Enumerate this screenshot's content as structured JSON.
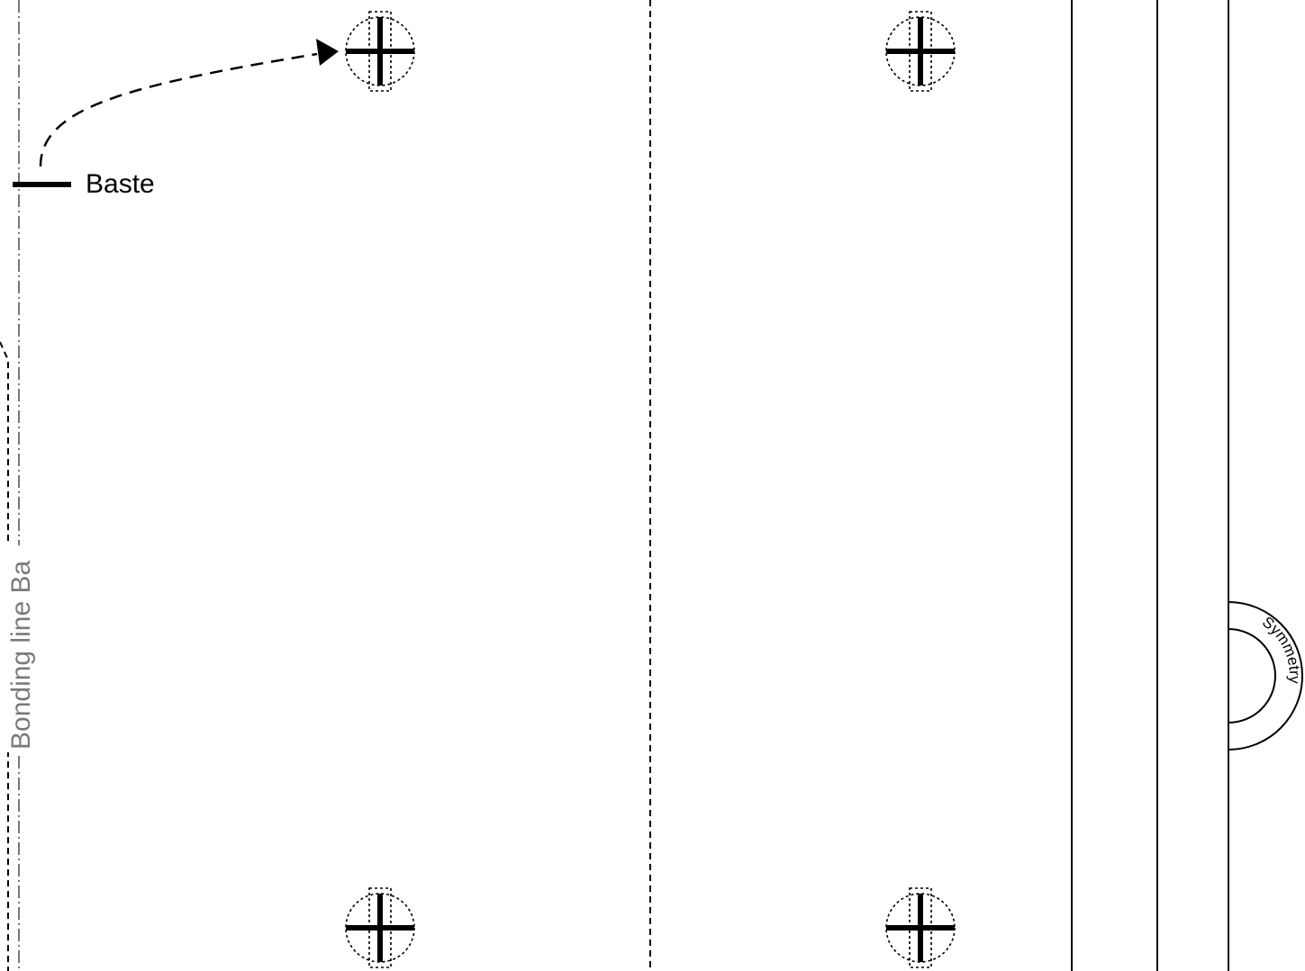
{
  "labels": {
    "baste": "Baste",
    "bonding_line": "Bonding line Ba",
    "symmetry": "Symmetry"
  },
  "icons": {
    "placement_mark": "crosshair-circle-icon",
    "arrow": "dashed-arrow-icon"
  },
  "colors": {
    "line": "#000000",
    "bonding_text": "#7a7a7a",
    "background": "#ffffff"
  }
}
